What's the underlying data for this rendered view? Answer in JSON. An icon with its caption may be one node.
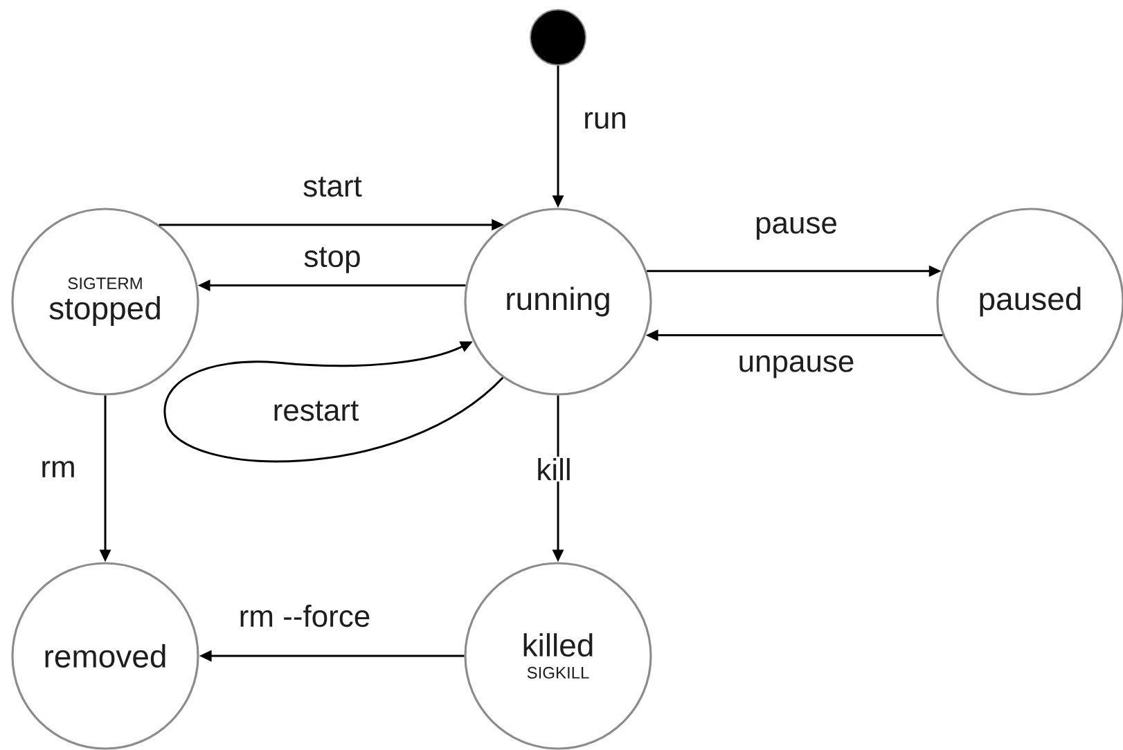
{
  "diagram": {
    "nodes": [
      {
        "text": [],
        "shape": "circle"
      },
      {
        "text": [
          "SIGTERM",
          "stopped"
        ]
      },
      {
        "text": [
          "running"
        ]
      },
      {
        "text": [
          "paused"
        ]
      },
      {
        "text": [
          "removed"
        ]
      },
      {
        "text": [
          "killed",
          "SIGKILL"
        ]
      }
    ],
    "edges": [
      {
        "from": 0,
        "to": 2,
        "arrow": "to",
        "label": "run"
      },
      {
        "from": 1,
        "to": 2,
        "arrow": "to",
        "label": "start"
      },
      {
        "from": 2,
        "to": 1,
        "arrow": "to",
        "label": "stop"
      },
      {
        "from": 2,
        "to": 3,
        "arrow": "to",
        "label": "pause"
      },
      {
        "from": 3,
        "to": 2,
        "arrow": "to",
        "label": "unpause"
      },
      {
        "from": 2,
        "to": 2,
        "arrow": "to",
        "label": "restart"
      },
      {
        "from": 1,
        "to": 4,
        "arrow": "to",
        "label": "rm"
      },
      {
        "from": 2,
        "to": 5,
        "arrow": "to",
        "label": "kill"
      },
      {
        "from": 5,
        "to": 4,
        "arrow": "to",
        "label": "rm --force"
      }
    ]
  }
}
